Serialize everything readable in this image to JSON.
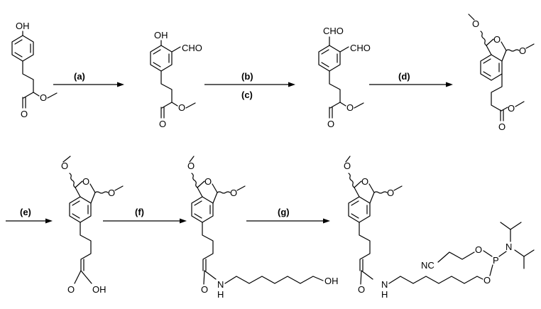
{
  "steps": [
    "(a)",
    "(b)",
    "(c)",
    "(d)",
    "(e)",
    "(f)",
    "(g)"
  ],
  "atoms": {
    "oh": "OH",
    "cho": "CHO",
    "o": "O",
    "n": "N",
    "h": "H",
    "p": "P",
    "nc": "NC"
  }
}
